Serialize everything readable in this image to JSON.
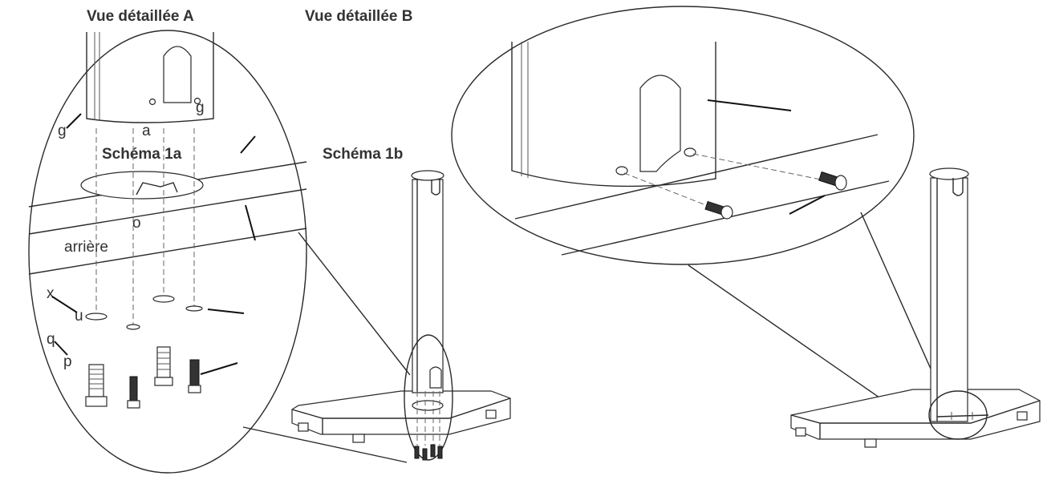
{
  "views": {
    "detail_a": "Vue détaillée A",
    "detail_b": "Vue détaillée B"
  },
  "schemas": {
    "s1a": "Schéma 1a",
    "s1b": "Schéma 1b"
  },
  "letters": {
    "g_left": "g",
    "g_right": "g",
    "a": "a",
    "o": "o",
    "arriere": "arrière",
    "x": "x",
    "u": "u",
    "q": "q",
    "p": "p"
  }
}
